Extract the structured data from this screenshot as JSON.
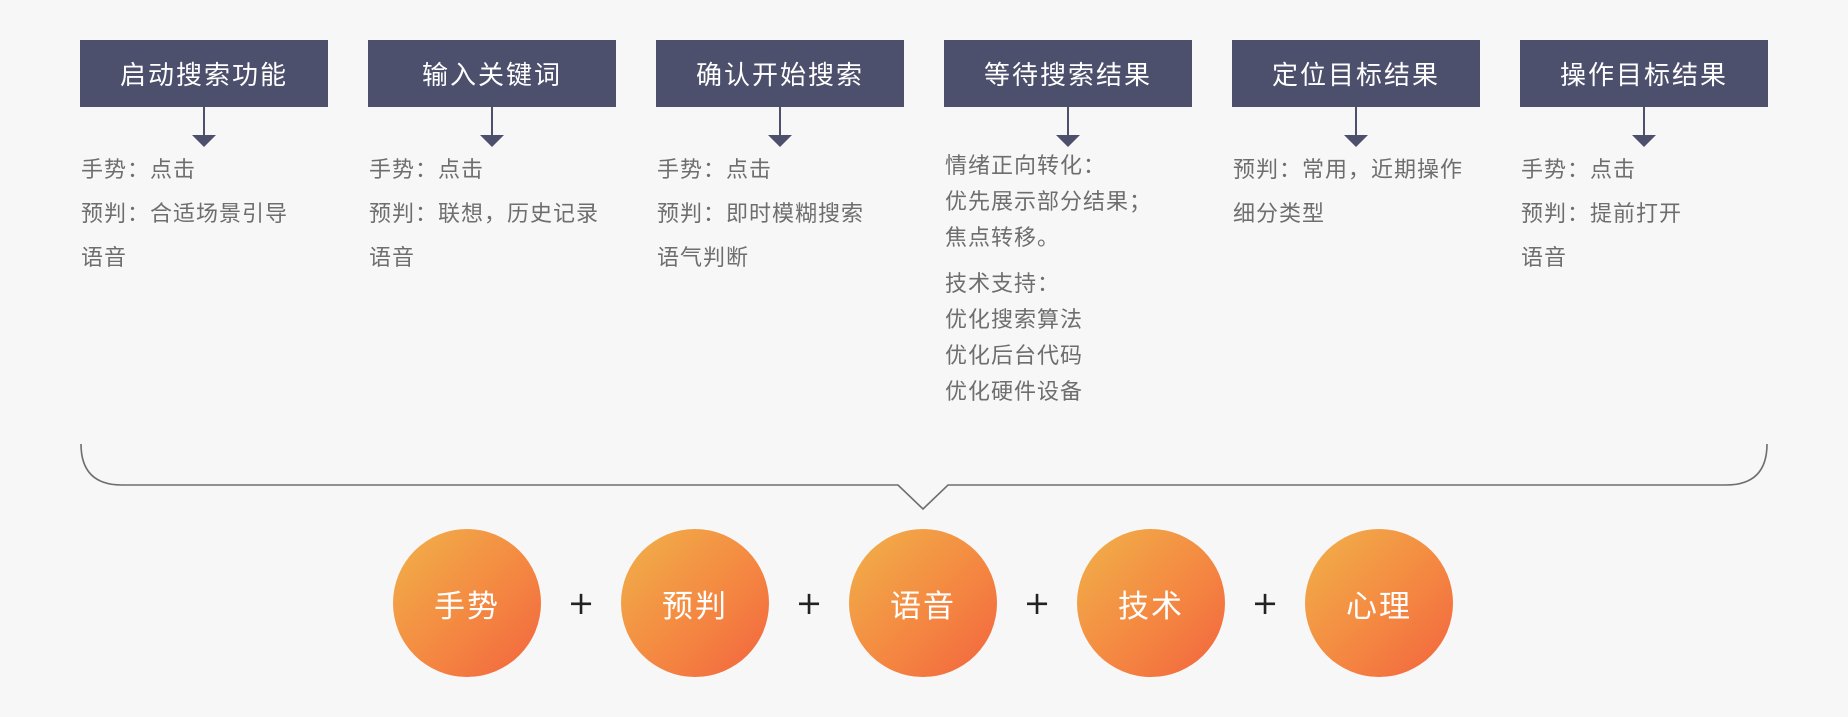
{
  "steps": [
    {
      "title": "启动搜索功能",
      "lines": [
        "手势：点击",
        "预判：合适场景引导",
        "语音"
      ]
    },
    {
      "title": "输入关键词",
      "lines": [
        "手势：点击",
        "预判：联想，历史记录",
        "语音"
      ]
    },
    {
      "title": "确认开始搜索",
      "lines": [
        "手势：点击",
        "预判：即时模糊搜索",
        "语气判断"
      ]
    },
    {
      "title": "等待搜索结果",
      "group1": [
        "情绪正向转化：",
        "优先展示部分结果；",
        "焦点转移。"
      ],
      "group2": [
        "技术支持：",
        "优化搜索算法",
        "优化后台代码",
        "优化硬件设备"
      ]
    },
    {
      "title": "定位目标结果",
      "lines": [
        "预判：常用，近期操作",
        "细分类型"
      ]
    },
    {
      "title": "操作目标结果",
      "lines": [
        "手势：点击",
        "预判：提前打开",
        "语音"
      ]
    }
  ],
  "factors": [
    "手势",
    "预判",
    "语音",
    "技术",
    "心理"
  ],
  "plus_sign": "+",
  "colors": {
    "box": "#4d506c",
    "text": "#6e6e6e",
    "circle_start": "#f0b24a",
    "circle_end": "#f2643e",
    "background": "#f7f7f8"
  }
}
